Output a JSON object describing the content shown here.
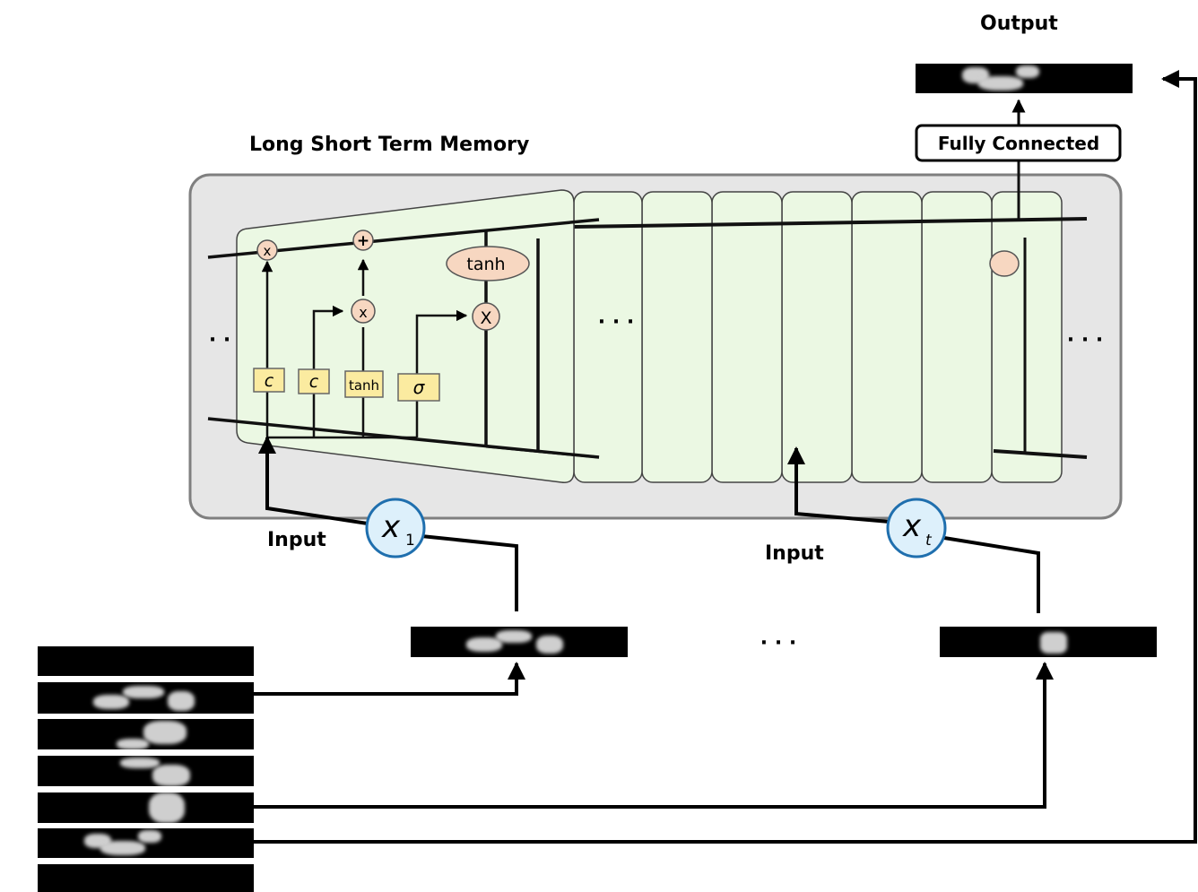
{
  "labels": {
    "output": "Output",
    "lstm_title": "Long Short Term Memory",
    "fully_connected": "Fully Connected",
    "input_1": "Input",
    "input_t": "Input",
    "ellipsis_strips": "· · ·",
    "ellipsis_cells": "· · ·",
    "ellipsis_left": "· ·",
    "ellipsis_right": "· · ·"
  },
  "cell": {
    "gates": [
      "c",
      "c",
      "tanh",
      "σ"
    ],
    "ops": [
      "x",
      "+",
      "x",
      "X"
    ],
    "output_tanh": "tanh"
  },
  "inputs": {
    "x1_base": "x",
    "x1_sub": "1",
    "xt_base": "x",
    "xt_sub": "t"
  },
  "colors": {
    "container_fill": "#e6e6e6",
    "container_stroke": "#7f7f7f",
    "cell_fill": "#ebf8e3",
    "gate_fill": "#fbeba0",
    "op_fill": "#f7d7c1",
    "input_circle_fill": "#ddf0fb",
    "input_circle_stroke": "#1f6fae"
  }
}
